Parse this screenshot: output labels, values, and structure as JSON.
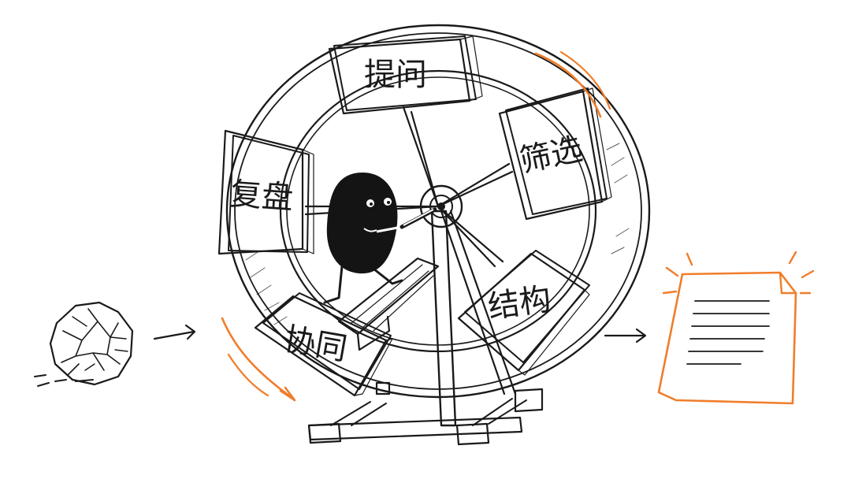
{
  "colors": {
    "ink": "#1a1a1a",
    "accent": "#f07d2a",
    "paper": "#ffffff",
    "card": "#ffffff",
    "character": "#141414"
  },
  "input": {
    "icon": "crumpled-paper-icon"
  },
  "output": {
    "icon": "document-icon"
  },
  "wheel": {
    "cards": {
      "top": "提问",
      "upper_right": "筛选",
      "lower_right": "结构",
      "lower_left": "协同",
      "upper_left": "复盘"
    }
  }
}
